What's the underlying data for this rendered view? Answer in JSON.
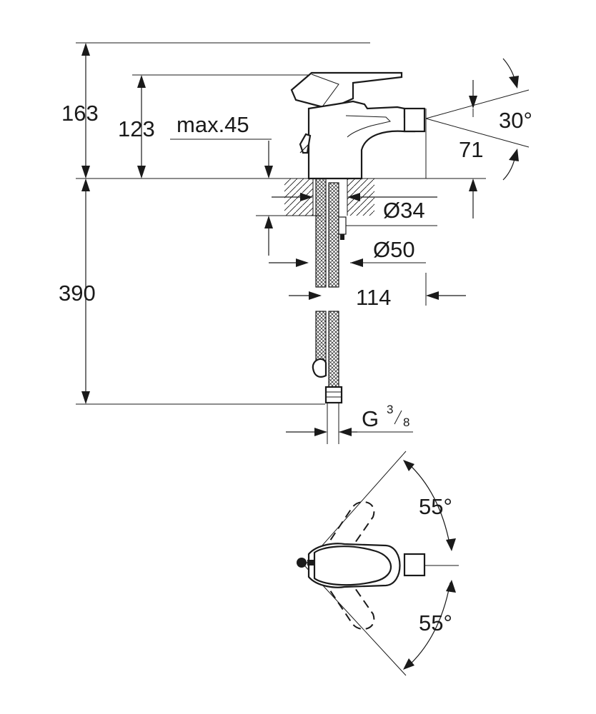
{
  "dimensions": {
    "overall_height": "163",
    "spout_height": "123",
    "max_deck_thickness": "max.45",
    "swivel_angle": "30°",
    "spout_offset": "71",
    "hole_diameter": "Ø34",
    "base_diameter": "Ø50",
    "projection": "114",
    "hose_length": "390",
    "thread_prefix": "G",
    "thread_numerator": "3",
    "thread_denominator": "8",
    "lever_angle_top": "55°",
    "lever_angle_bottom": "55°"
  },
  "colors": {
    "line": "#1a1a1a",
    "background": "#ffffff"
  }
}
